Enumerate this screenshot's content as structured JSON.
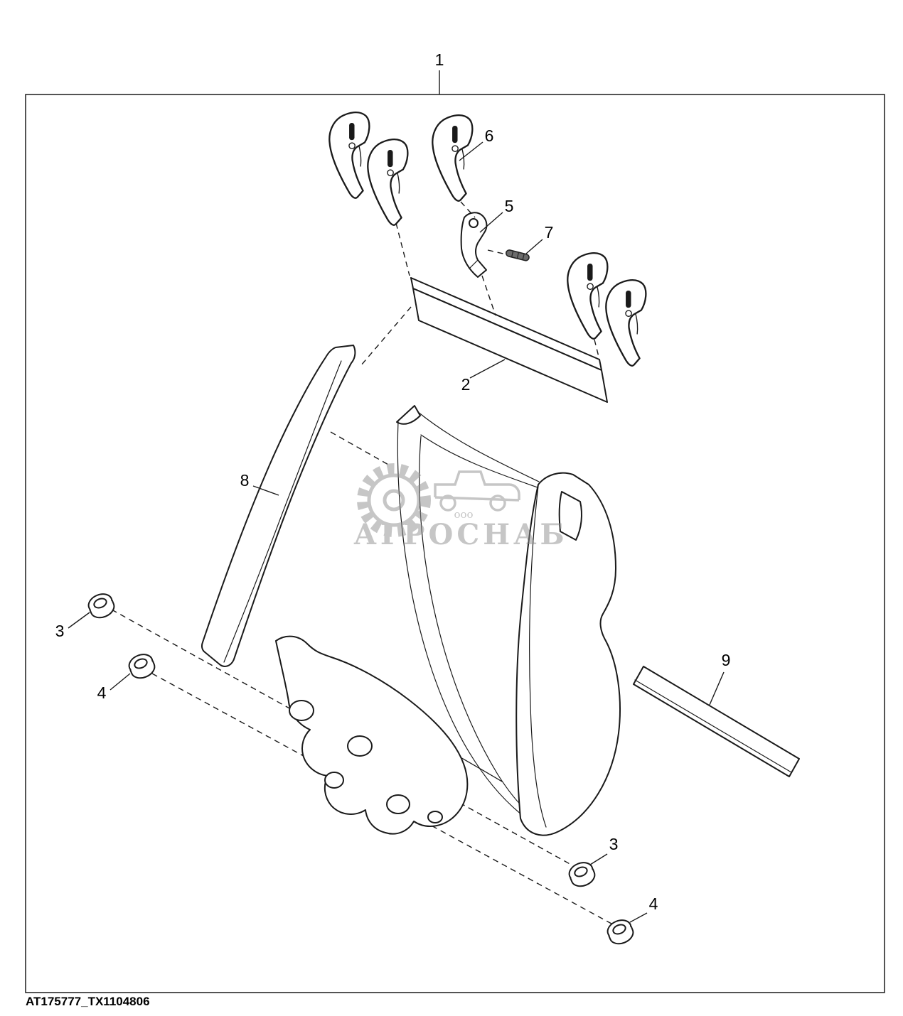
{
  "page": {
    "footer_code": "AT175777_TX1104806"
  },
  "watermark": {
    "line_small": "ооо",
    "line_main": "АГРОСНАБ"
  },
  "callouts": {
    "n1": "1",
    "n2": "2",
    "n3_left": "3",
    "n3_right": "3",
    "n4_left": "4",
    "n4_right": "4",
    "n5": "5",
    "n6": "6",
    "n7": "7",
    "n8": "8",
    "n9": "9"
  }
}
